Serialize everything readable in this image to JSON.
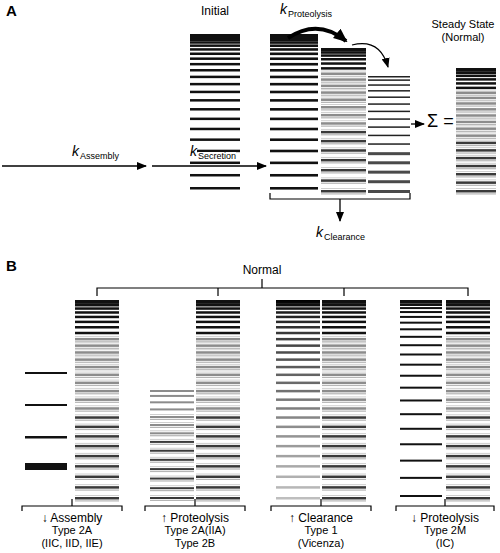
{
  "diagram": {
    "nodes": [
      {
        "text": [
          "Initial"
        ]
      },
      {
        "text": [
          "Steady State (Normal)"
        ]
      },
      {
        "text": [
          "↓ Assembly",
          "Type 2A",
          "(IIC, IID, IIE)"
        ]
      },
      {
        "text": [
          "↑ Proteolysis",
          "Type 2A(IIA)",
          "Type 2B"
        ]
      },
      {
        "text": [
          "↑ Clearance",
          "Type 1",
          "(Vicenza)"
        ]
      },
      {
        "text": [
          "↓ Proteolysis",
          "Type 2M",
          "(IC)"
        ]
      }
    ],
    "labels": [
      "A",
      "k",
      "Proteolysis",
      "k",
      "Assembly",
      "k",
      "Secretion",
      "Σ =",
      "k",
      "Clearance",
      "B",
      "Normal"
    ]
  }
}
